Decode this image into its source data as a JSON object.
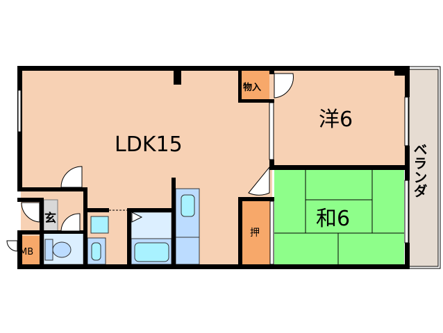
{
  "rooms": {
    "ldk": {
      "label": "LDK15"
    },
    "western": {
      "label": "洋6"
    },
    "japanese": {
      "label": "和6"
    },
    "storage": {
      "label": "物入"
    },
    "closet": {
      "label": "押"
    },
    "entrance": {
      "label": "玄"
    },
    "meter_box": {
      "label": "MB"
    },
    "veranda": {
      "label": "ベランダ"
    }
  },
  "colors": {
    "floor": "#f7d1b4",
    "tatami": "#8efe8a",
    "storage": "#f7a86a",
    "wet_area": "#dcefff",
    "fixture": "#a9f2ff",
    "appliance": "#bcdcff",
    "entrance": "#d8d8d8",
    "veranda": "#e6dcd2",
    "wall": "#000000"
  }
}
